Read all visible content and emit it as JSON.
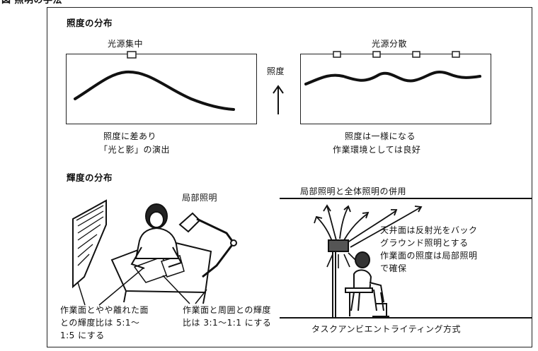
{
  "header": {
    "title": "図 照明の手法"
  },
  "illuminance": {
    "heading": "照度の分布",
    "left_panel": {
      "label": "光源集中",
      "caption_1": "照度に差あり",
      "caption_2": "「光と影」の演出"
    },
    "axis_label": "照度",
    "right_panel": {
      "label": "光源分散",
      "caption_1": "照度は一様になる",
      "caption_2": "作業環境としては良好"
    }
  },
  "luminance": {
    "heading": "輝度の分布",
    "local_lighting_label": "局部照明",
    "note_left_1": "作業面とやや離れた面",
    "note_left_2": "との輝度比は 5:1〜",
    "note_left_3": "1:5 にする",
    "note_right_1": "作業面と周囲との輝度",
    "note_right_2": "比は 3:1〜1:1 にする",
    "combined_title": "局部照明と全体照明の併用",
    "desc_1": "天井面は反射光をバック",
    "desc_2": "グラウンド照明とする",
    "desc_3": "作業面の照度は局部照明",
    "desc_4": "で確保",
    "method_label": "タスクアンビエントライティング方式"
  }
}
